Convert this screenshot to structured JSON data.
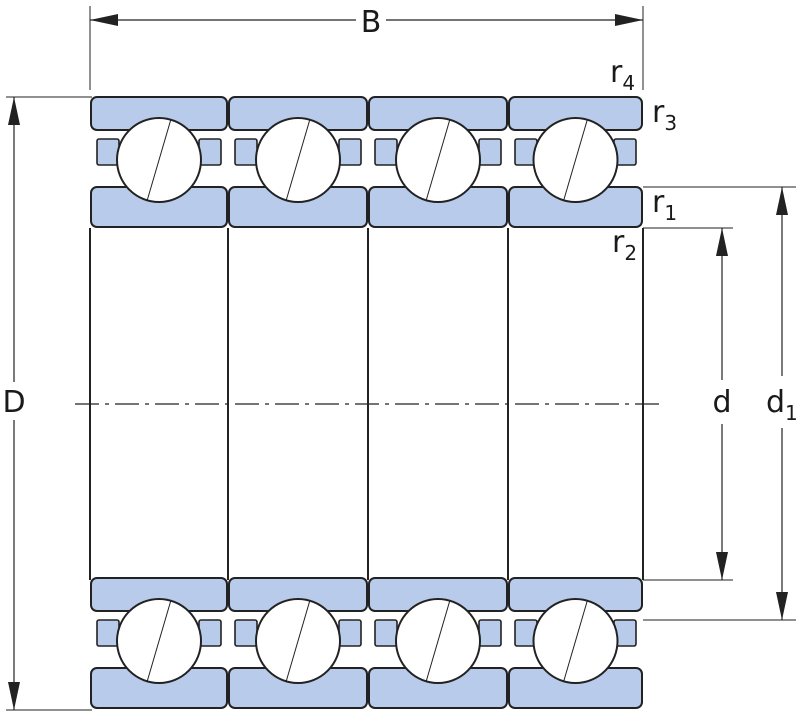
{
  "diagram": {
    "rows": 2,
    "columns": 4,
    "colors": {
      "ring": "#b8cbea",
      "line": "#222222",
      "ball": "#ffffff"
    },
    "labels": {
      "B": "B",
      "D": "D",
      "d": "d",
      "d1_base": "d",
      "d1_sub": "1",
      "r1_base": "r",
      "r1_sub": "1",
      "r2_base": "r",
      "r2_sub": "2",
      "r3_base": "r",
      "r3_sub": "3",
      "r4_base": "r",
      "r4_sub": "4"
    }
  }
}
